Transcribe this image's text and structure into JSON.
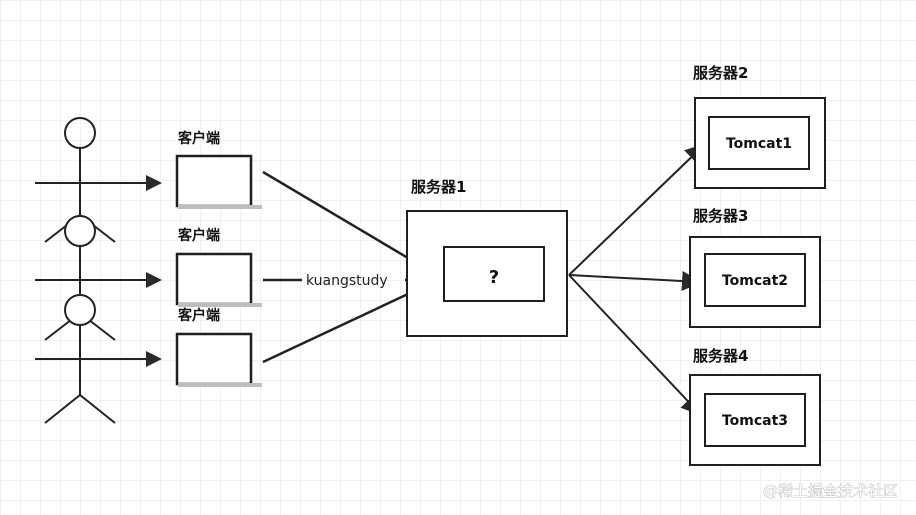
{
  "clients": {
    "label": "客户端",
    "items": [
      {
        "label": "客户端"
      },
      {
        "label": "客户端"
      },
      {
        "label": "客户端"
      }
    ]
  },
  "proxy": {
    "title": "服务器1",
    "inner_label": "?",
    "edge_label": "kuangstudy"
  },
  "servers": [
    {
      "title": "服务器2",
      "app": "Tomcat1"
    },
    {
      "title": "服务器3",
      "app": "Tomcat2"
    },
    {
      "title": "服务器4",
      "app": "Tomcat3"
    }
  ],
  "watermark": "@稀土掘金技术社区",
  "colors": {
    "grid": "#e6e6e6",
    "stroke": "#1f1f1f",
    "arrow": "#333333"
  }
}
